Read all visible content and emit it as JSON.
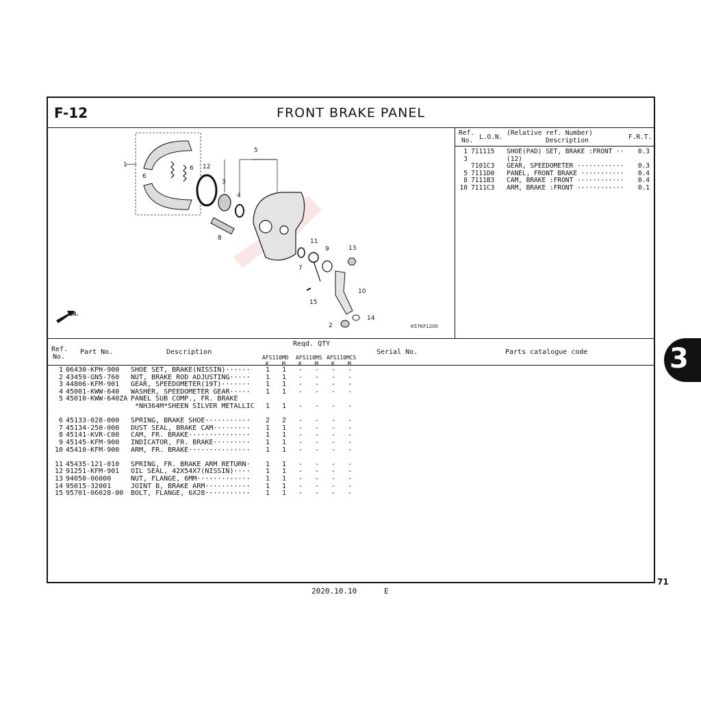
{
  "header": {
    "figure_code": "F-12",
    "title": "FRONT BRAKE PANEL"
  },
  "illustration": {
    "callouts": [
      "1",
      "2",
      "3",
      "4",
      "5",
      "6",
      "6",
      "7",
      "8",
      "9",
      "10",
      "11",
      "12",
      "13",
      "14",
      "15"
    ],
    "drawing_code": "K57KF1200",
    "direction_label": "FR."
  },
  "frt_table": {
    "headers": {
      "ref": "Ref.",
      "no": "No.",
      "lon": "L.O.N.",
      "rel": "(Relative ref. Number)",
      "desc": "Description",
      "frt": "F.R.T."
    },
    "rows": [
      {
        "ref": "1",
        "lon": "711115",
        "desc": "SHOE(PAD) SET, BRAKE :FRONT ··",
        "frt": "0.3"
      },
      {
        "ref": "3",
        "lon": "",
        "desc": "(12)",
        "frt": ""
      },
      {
        "ref": "",
        "lon": "7101C3",
        "desc": "GEAR, SPEEDOMETER ············",
        "frt": "0.3"
      },
      {
        "ref": "5",
        "lon": "7111D0",
        "desc": "PANEL, FRONT BRAKE ···········",
        "frt": "0.4"
      },
      {
        "ref": "8",
        "lon": "7111B3",
        "desc": "CAM, BRAKE :FRONT ············",
        "frt": "0.4"
      },
      {
        "ref": "10",
        "lon": "7111C3",
        "desc": "ARM, BRAKE :FRONT ············",
        "frt": "0.1"
      }
    ]
  },
  "parts_table": {
    "headers": {
      "ref": "Ref.",
      "no": "No.",
      "part_no": "Part No.",
      "description": "Description",
      "reqd_qty": "Reqd. QTY",
      "models": [
        "AFS110MD",
        "AFS110MS",
        "AFS110MCS"
      ],
      "km": [
        "K",
        "M",
        "K",
        "M",
        "K",
        "M"
      ],
      "serial": "Serial No.",
      "catalogue": "Parts catalogue code"
    },
    "rows": [
      {
        "ref": "1",
        "part_no": "06430-KPH-900",
        "desc": "SHOE SET, BRAKE(NISSIN)······",
        "desc2": "",
        "qty": [
          "1",
          "1",
          "-",
          "-",
          "-",
          "-"
        ]
      },
      {
        "ref": "2",
        "part_no": "43459-GN5-760",
        "desc": "NUT, BRAKE ROD ADJUSTING·····",
        "desc2": "",
        "qty": [
          "1",
          "1",
          "-",
          "-",
          "-",
          "-"
        ]
      },
      {
        "ref": "3",
        "part_no": "44806-KFM-901",
        "desc": "GEAR, SPEEDOMETER(19T)·······",
        "desc2": "",
        "qty": [
          "1",
          "1",
          "-",
          "-",
          "-",
          "-"
        ]
      },
      {
        "ref": "4",
        "part_no": "45001-KWW-640",
        "desc": "WASHER, SPEEDOMETER GEAR·····",
        "desc2": "",
        "qty": [
          "1",
          "1",
          "-",
          "-",
          "-",
          "-"
        ]
      },
      {
        "ref": "5",
        "part_no": "45010-KWW-640ZA",
        "desc": "PANEL SUB COMP., FR. BRAKE",
        "desc2": " *NH364M*SHEEN SILVER METALLIC",
        "qty": [
          "1",
          "1",
          "-",
          "-",
          "-",
          "-"
        ]
      },
      {
        "ref": "6",
        "part_no": "45133-028-000",
        "desc": "SPRING, BRAKE SHOE···········",
        "desc2": "",
        "qty": [
          "2",
          "2",
          "-",
          "-",
          "-",
          "-"
        ]
      },
      {
        "ref": "7",
        "part_no": "45134-250-000",
        "desc": "DUST SEAL, BRAKE CAM·········",
        "desc2": "",
        "qty": [
          "1",
          "1",
          "-",
          "-",
          "-",
          "-"
        ]
      },
      {
        "ref": "8",
        "part_no": "45141-KVR-C00",
        "desc": "CAM, FR. BRAKE···············",
        "desc2": "",
        "qty": [
          "1",
          "1",
          "-",
          "-",
          "-",
          "-"
        ]
      },
      {
        "ref": "9",
        "part_no": "45145-KFM-900",
        "desc": "INDICATOR, FR. BRAKE·········",
        "desc2": "",
        "qty": [
          "1",
          "1",
          "-",
          "-",
          "-",
          "-"
        ]
      },
      {
        "ref": "10",
        "part_no": "45410-KFM-900",
        "desc": "ARM, FR. BRAKE···············",
        "desc2": "",
        "qty": [
          "1",
          "1",
          "-",
          "-",
          "-",
          "-"
        ]
      },
      {
        "ref": "11",
        "part_no": "45435-121-010",
        "desc": "SPRING, FR. BRAKE ARM RETURN·",
        "desc2": "",
        "qty": [
          "1",
          "1",
          "-",
          "-",
          "-",
          "-"
        ]
      },
      {
        "ref": "12",
        "part_no": "91251-KFM-901",
        "desc": "OIL SEAL, 42X54X7(NISSIN)····",
        "desc2": "",
        "qty": [
          "1",
          "1",
          "-",
          "-",
          "-",
          "-"
        ]
      },
      {
        "ref": "13",
        "part_no": "94050-06000",
        "desc": "NUT, FLANGE, 6MM·············",
        "desc2": "",
        "qty": [
          "1",
          "1",
          "-",
          "-",
          "-",
          "-"
        ]
      },
      {
        "ref": "14",
        "part_no": "95015-32001",
        "desc": "JOINT B, BRAKE ARM···········",
        "desc2": "",
        "qty": [
          "1",
          "1",
          "-",
          "-",
          "-",
          "-"
        ]
      },
      {
        "ref": "15",
        "part_no": "95701-06028-00",
        "desc": "BOLT, FLANGE, 6X28···········",
        "desc2": "",
        "qty": [
          "1",
          "1",
          "-",
          "-",
          "-",
          "-"
        ]
      }
    ]
  },
  "section_tab": "3",
  "page_number": "71",
  "footer": {
    "date": "2020.10.10",
    "code": "E"
  }
}
